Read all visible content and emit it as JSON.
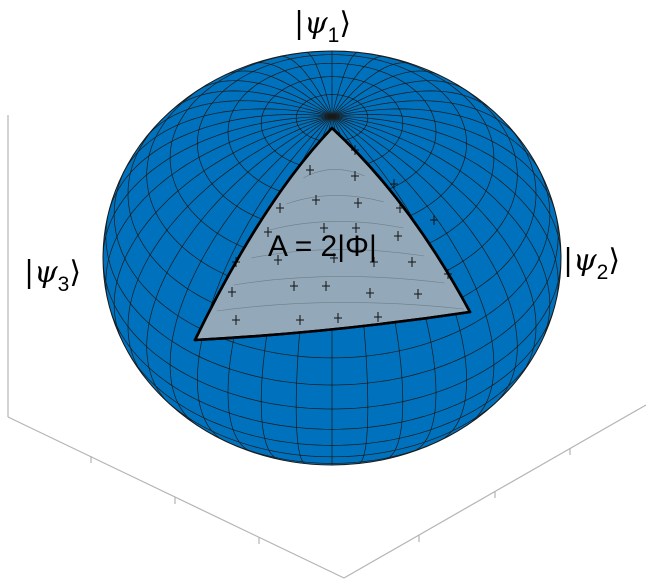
{
  "labels": {
    "psi1": {
      "pre": "|",
      "psi": "ψ",
      "sub": "1",
      "post": "⟩"
    },
    "psi2": {
      "pre": "|",
      "psi": "ψ",
      "sub": "2",
      "post": "⟩"
    },
    "psi3": {
      "pre": "|",
      "psi": "ψ",
      "sub": "3",
      "post": "⟩"
    },
    "area": "A = 2|Φ|"
  },
  "colors": {
    "sphere": "#0072BD",
    "patch": "#93A8B8",
    "grid": "#1a1a1a",
    "axes": "#b4b4b4"
  }
}
